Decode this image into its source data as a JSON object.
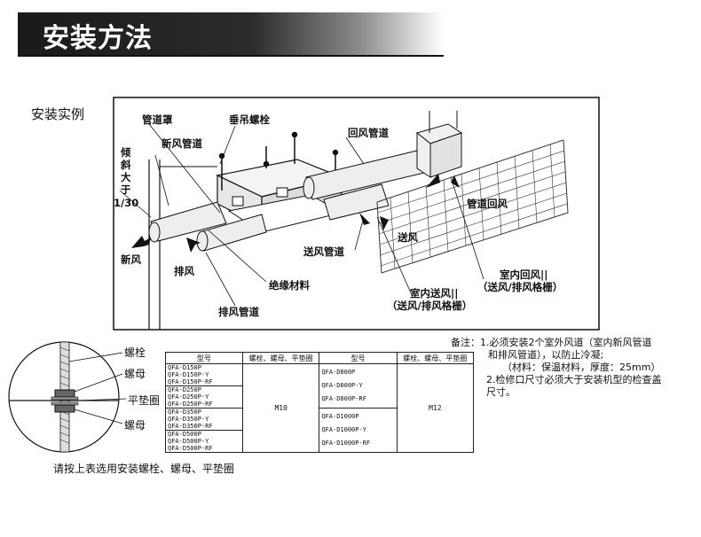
{
  "header": {
    "title": "安装方法"
  },
  "example_label": "安装实例",
  "diagram": {
    "labels": {
      "duct_cover": "管道罩",
      "hanger_bolt": "垂吊螺栓",
      "fresh_air_duct": "新风管道",
      "return_air_duct": "回风管道",
      "slope_line1": "倾",
      "slope_line2": "斜",
      "slope_line3": "大",
      "slope_line4": "于",
      "slope_value": "1/30",
      "duct_return_air": "管道回风",
      "supply_air": "送风",
      "supply_air_duct": "送风管道",
      "fresh_air": "新风",
      "exhaust_air": "排风",
      "insulation": "绝缘材料",
      "exhaust_duct": "排风管道",
      "indoor_return_line1": "室内回风||",
      "indoor_return_line2": "（送风/排风格栅）",
      "indoor_supply_line1": "室内送风||",
      "indoor_supply_line2": "（送风/排风格栅）"
    }
  },
  "notes": {
    "line1": "备注：1.必须安装2个室外风道（室内新风管道",
    "line2": "和排风管道），以防止冷凝;",
    "line3": "（材料：保温材料，厚度：25mm）",
    "line4": "2.检修口尺寸必须大于安装机型的检查盖",
    "line5": "尺寸。"
  },
  "bolt_labels": {
    "bolt": "螺栓",
    "nut": "螺母",
    "washer": "平垫圈",
    "nut2": "螺母"
  },
  "table": {
    "headers": [
      "型号",
      "螺栓、螺母、平垫圈",
      "型号",
      "螺栓、螺母、平垫圈"
    ],
    "left_groups": [
      [
        "QFA-D150P",
        "QFA-D150P-Y",
        "QFA-D150P-RF"
      ],
      [
        "QFA-D250P",
        "QFA-D250P-Y",
        "QFA-D250P-RF"
      ],
      [
        "QFA-D350P",
        "QFA-D350P-Y",
        "QFA-D350P-RF"
      ],
      [
        "QFA-D500P",
        "QFA-D500P-Y",
        "QFA-D500P-RF"
      ]
    ],
    "left_spec": "M10",
    "right_groups": [
      [
        "QFA-D800P",
        "QFA-D800P-Y",
        "QFA-D800P-RF"
      ],
      [
        "QFA-D1000P",
        "QFA-D1000P-Y",
        "QFA-D1000P-RF"
      ]
    ],
    "right_spec": "M12"
  },
  "footer": "请按上表选用安装螺栓、螺母、平垫圈"
}
